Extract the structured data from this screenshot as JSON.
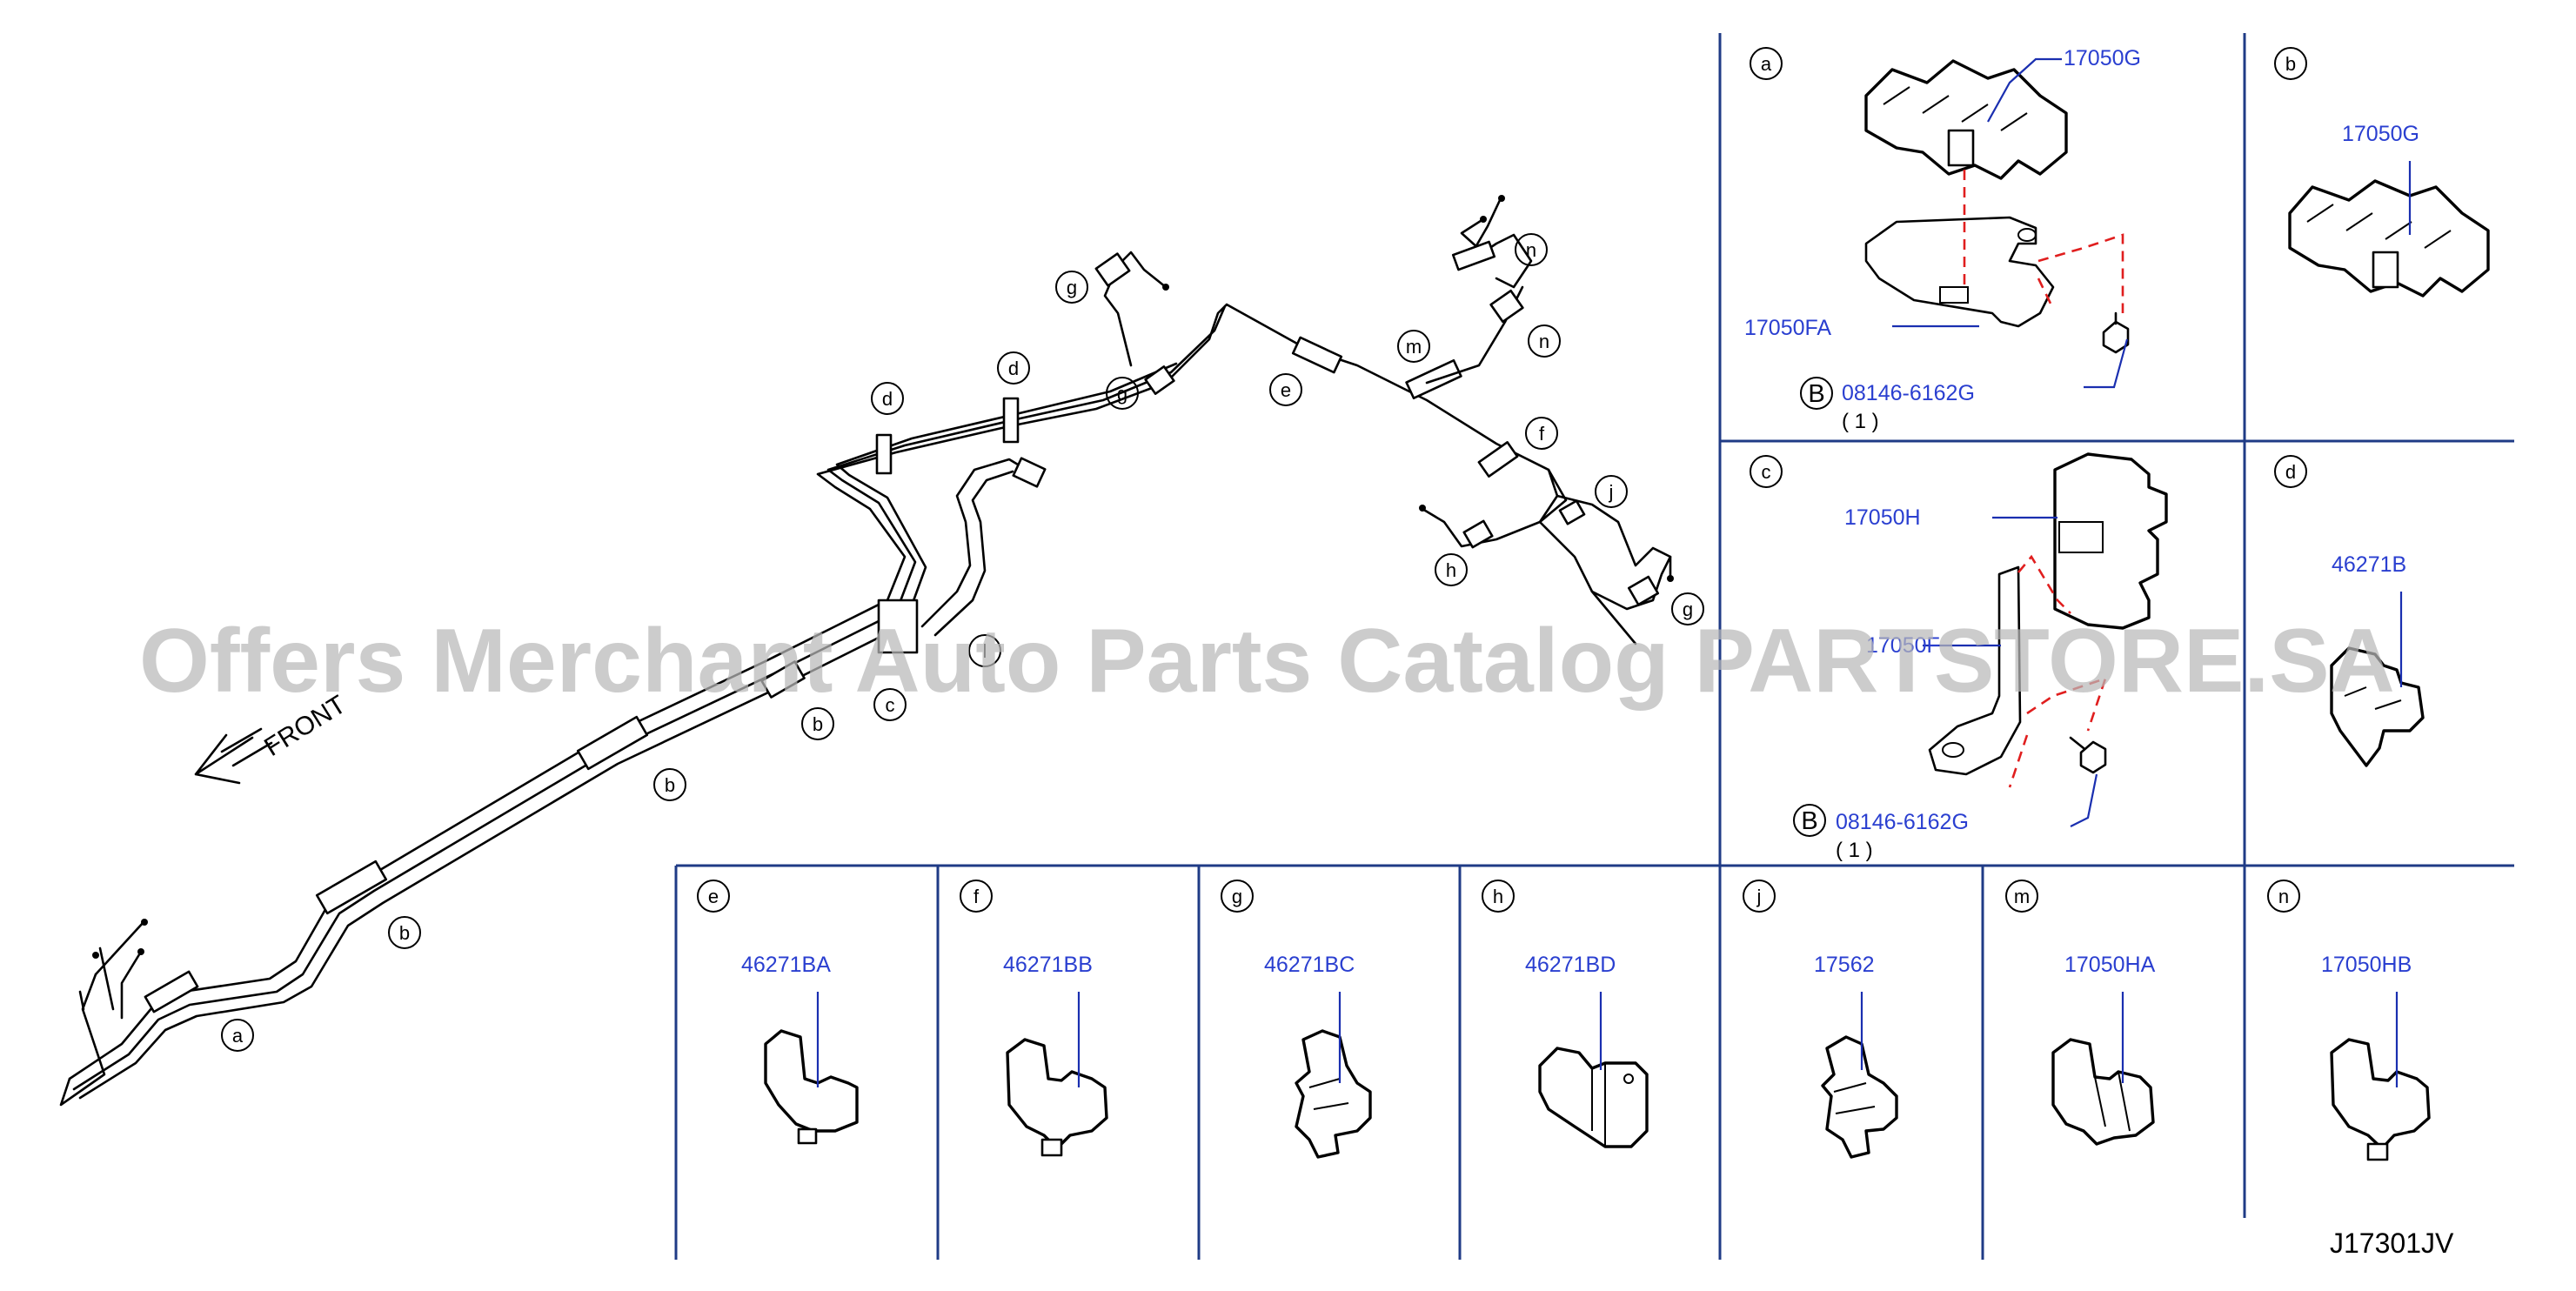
{
  "watermark": "Offers Merchant Auto Parts Catalog PARTSTORE.SA",
  "diagram_id": "J17301JV",
  "front_label": "FRONT",
  "main_callouts": [
    "a",
    "b",
    "b",
    "b",
    "c",
    "d",
    "d",
    "e",
    "g",
    "g",
    "m",
    "n",
    "n",
    "f",
    "j",
    "h",
    "g",
    "l"
  ],
  "panels": {
    "a": {
      "letter": "a",
      "parts": [
        "17050G",
        "17050FA",
        "08146-6162G"
      ],
      "ref_marker": "B",
      "qty": "( 1 )"
    },
    "b": {
      "letter": "b",
      "parts": [
        "17050G"
      ]
    },
    "c": {
      "letter": "c",
      "parts": [
        "17050H",
        "17050F",
        "08146-6162G"
      ],
      "ref_marker": "B",
      "qty": "( 1 )"
    },
    "d": {
      "letter": "d",
      "parts": [
        "46271B"
      ]
    },
    "e": {
      "letter": "e",
      "parts": [
        "46271BA"
      ]
    },
    "f": {
      "letter": "f",
      "parts": [
        "46271BB"
      ]
    },
    "g": {
      "letter": "g",
      "parts": [
        "46271BC"
      ]
    },
    "h": {
      "letter": "h",
      "parts": [
        "46271BD"
      ]
    },
    "j": {
      "letter": "j",
      "parts": [
        "17562"
      ]
    },
    "m": {
      "letter": "m",
      "parts": [
        "17050HA"
      ]
    },
    "n": {
      "letter": "n",
      "parts": [
        "17050HB"
      ]
    }
  },
  "colors": {
    "part_number": "#2a3fd0",
    "divider": "#1f3b86",
    "dashed_guide": "#e01e1e",
    "watermark": "#b9b9b9"
  }
}
